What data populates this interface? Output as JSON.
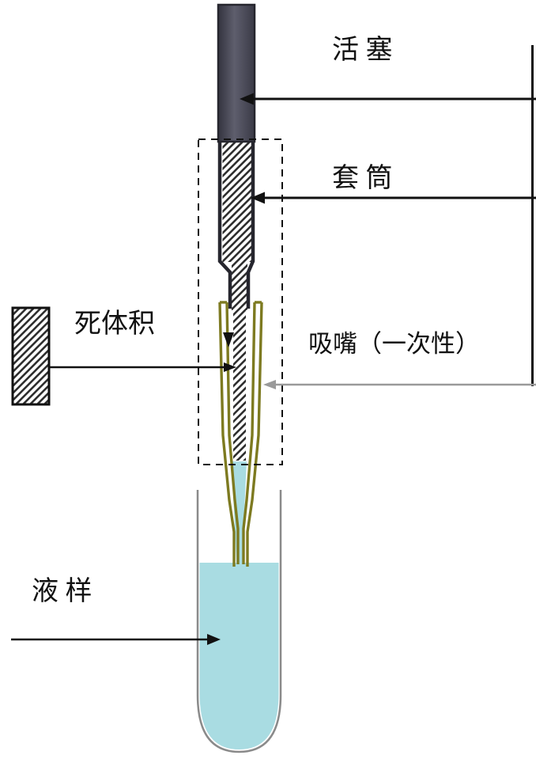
{
  "figure": {
    "name": "pipette-schematic-diagram",
    "labels": {
      "piston": "活 塞",
      "sleeve": "套 筒",
      "dead_volume": "死体积",
      "tip": "吸嘴（一次性）",
      "sample": "液 样"
    },
    "colors": {
      "plunger_dark": "#52525f",
      "plunger_edge": "#26262e",
      "tip_olive": "#7d7a20",
      "liquid_cyan": "#a9dce2",
      "tube_outline": "#8a8a8a",
      "hatch_stroke": "#2f2f2f",
      "pointer_black": "#111111",
      "pointer_gray": "#9a9a9a"
    }
  }
}
